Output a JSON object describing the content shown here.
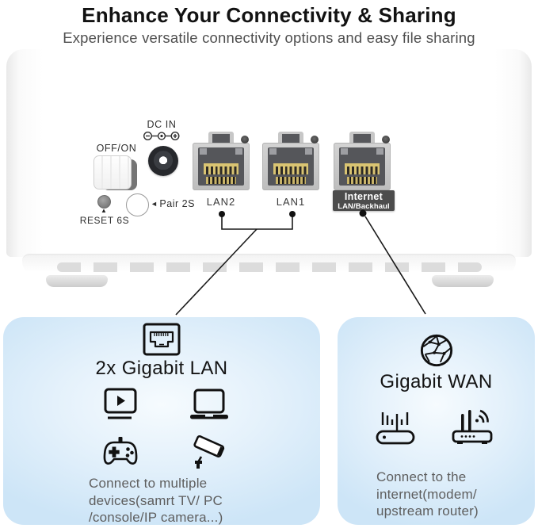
{
  "header": {
    "title": "Enhance Your Connectivity & Sharing",
    "subtitle": "Experience versatile connectivity options and easy file sharing"
  },
  "device": {
    "dc_in": "DC IN",
    "power_switch": "OFF/ON",
    "reset_marker": "▲",
    "reset": "RESET 6S",
    "pair_arrow": "◄",
    "pair": "Pair 2S",
    "ports": {
      "lan2": "LAN2",
      "lan1": "LAN1",
      "internet": {
        "line1": "Internet",
        "line2": "LAN/Backhaul"
      }
    }
  },
  "cards": {
    "lan": {
      "title": "2x Gigabit LAN",
      "description_lines": [
        "Connect to multiple",
        "devices(samrt TV/ PC",
        "/console/IP camera...)"
      ]
    },
    "wan": {
      "title": "Gigabit WAN",
      "description_lines": [
        "Connect to the",
        "internet(modem/",
        "upstream router)"
      ]
    }
  },
  "colors": {
    "card_bg_edge": "#cde5f7",
    "card_bg_center": "#f6fbfe",
    "badge_bg": "#4c4c4c",
    "port_cavity": "#55565a",
    "pin_gold": "#d9c472",
    "heading_text": "#141414",
    "body_text": "#5e5e5e"
  }
}
